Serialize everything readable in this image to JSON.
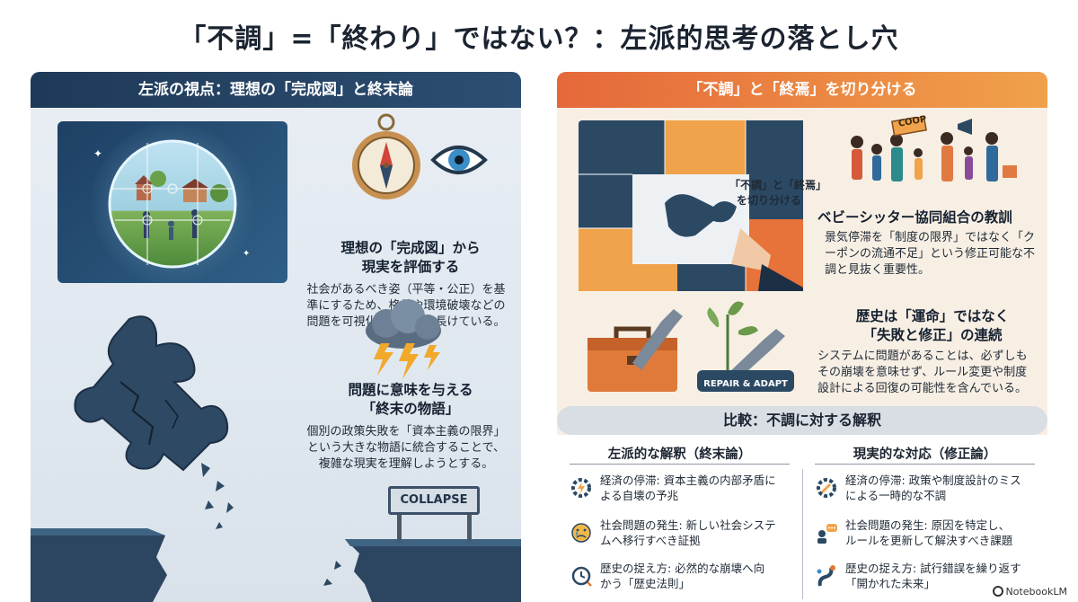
{
  "title": "「不調」=「終わり」ではない？：左派的思考の落とし穴",
  "left": {
    "header": "左派の視点：理想の「完成図」と終末論",
    "block1": {
      "heading_line1": "理想の「完成図」から",
      "heading_line2": "現実を評価する",
      "body": [
        "社会があるべき姿（平等・公正）を基",
        "準にするため、格差や環境破壊などの",
        "問題を可視化する能力に長けている。"
      ]
    },
    "block2": {
      "heading_line1": "問題に意味を与える",
      "heading_line2": "「終末の物語」",
      "body": [
        "個別の政策失敗を「資本主義の限界」",
        "という大きな物語に統合することで、",
        "複雑な現実を理解しようとする。"
      ]
    },
    "collapse_sign": "COLLAPSE"
  },
  "right": {
    "header": "「不調」と「終焉」を切り分ける",
    "puzzle_label_line1": "「不調」と「終焉」",
    "puzzle_label_line2": "を切り分ける",
    "block1": {
      "heading": "ベビーシッター協同組合の教訓",
      "body": [
        "景気停滞を「制度の限界」ではなく「ク",
        "ーポンの流通不足」という修正可能な不",
        "調と見抜く重要性。"
      ]
    },
    "coop_sign": "COOP",
    "block2": {
      "heading_line1": "歴史は「運命」ではなく",
      "heading_line2": "「失敗と修正」の連続",
      "body": [
        "システムに問題があることは、必ずしも",
        "その崩壊を意味せず、ルール変更や制度",
        "設計による回復の可能性を含んでいる。"
      ]
    },
    "repair_label": "REPAIR & ADAPT"
  },
  "comparison": {
    "title": "比較：不調に対する解釈",
    "left_header": "左派的な解釈（終末論）",
    "right_header": "現実的な対応（修正論）",
    "left_items": [
      {
        "icon": "gear-lightning-icon",
        "line1": "経済の停滞: 資本主義の内部矛盾に",
        "line2": "よる自壊の予兆"
      },
      {
        "icon": "crying-face-icon",
        "line1": "社会問題の発生: 新しい社会システ",
        "line2": "ムへ移行すべき証拠"
      },
      {
        "icon": "clock-arrow-icon",
        "line1": "歴史の捉え方: 必然的な崩壊へ向",
        "line2": "かう「歴史法則」"
      }
    ],
    "right_items": [
      {
        "icon": "gear-wrench-icon",
        "line1": "経済の停滞: 政策や制度設計のミス",
        "line2": "による一時的な不調"
      },
      {
        "icon": "people-chat-icon",
        "line1": "社会問題の発生: 原因を特定し、",
        "line2": "ルールを更新して解決すべき課題"
      },
      {
        "icon": "winding-road-icon",
        "line1": "歴史の捉え方: 試行錯誤を繰り返す",
        "line2": "「開かれた未来」"
      }
    ]
  },
  "footer": "NotebookLM"
}
